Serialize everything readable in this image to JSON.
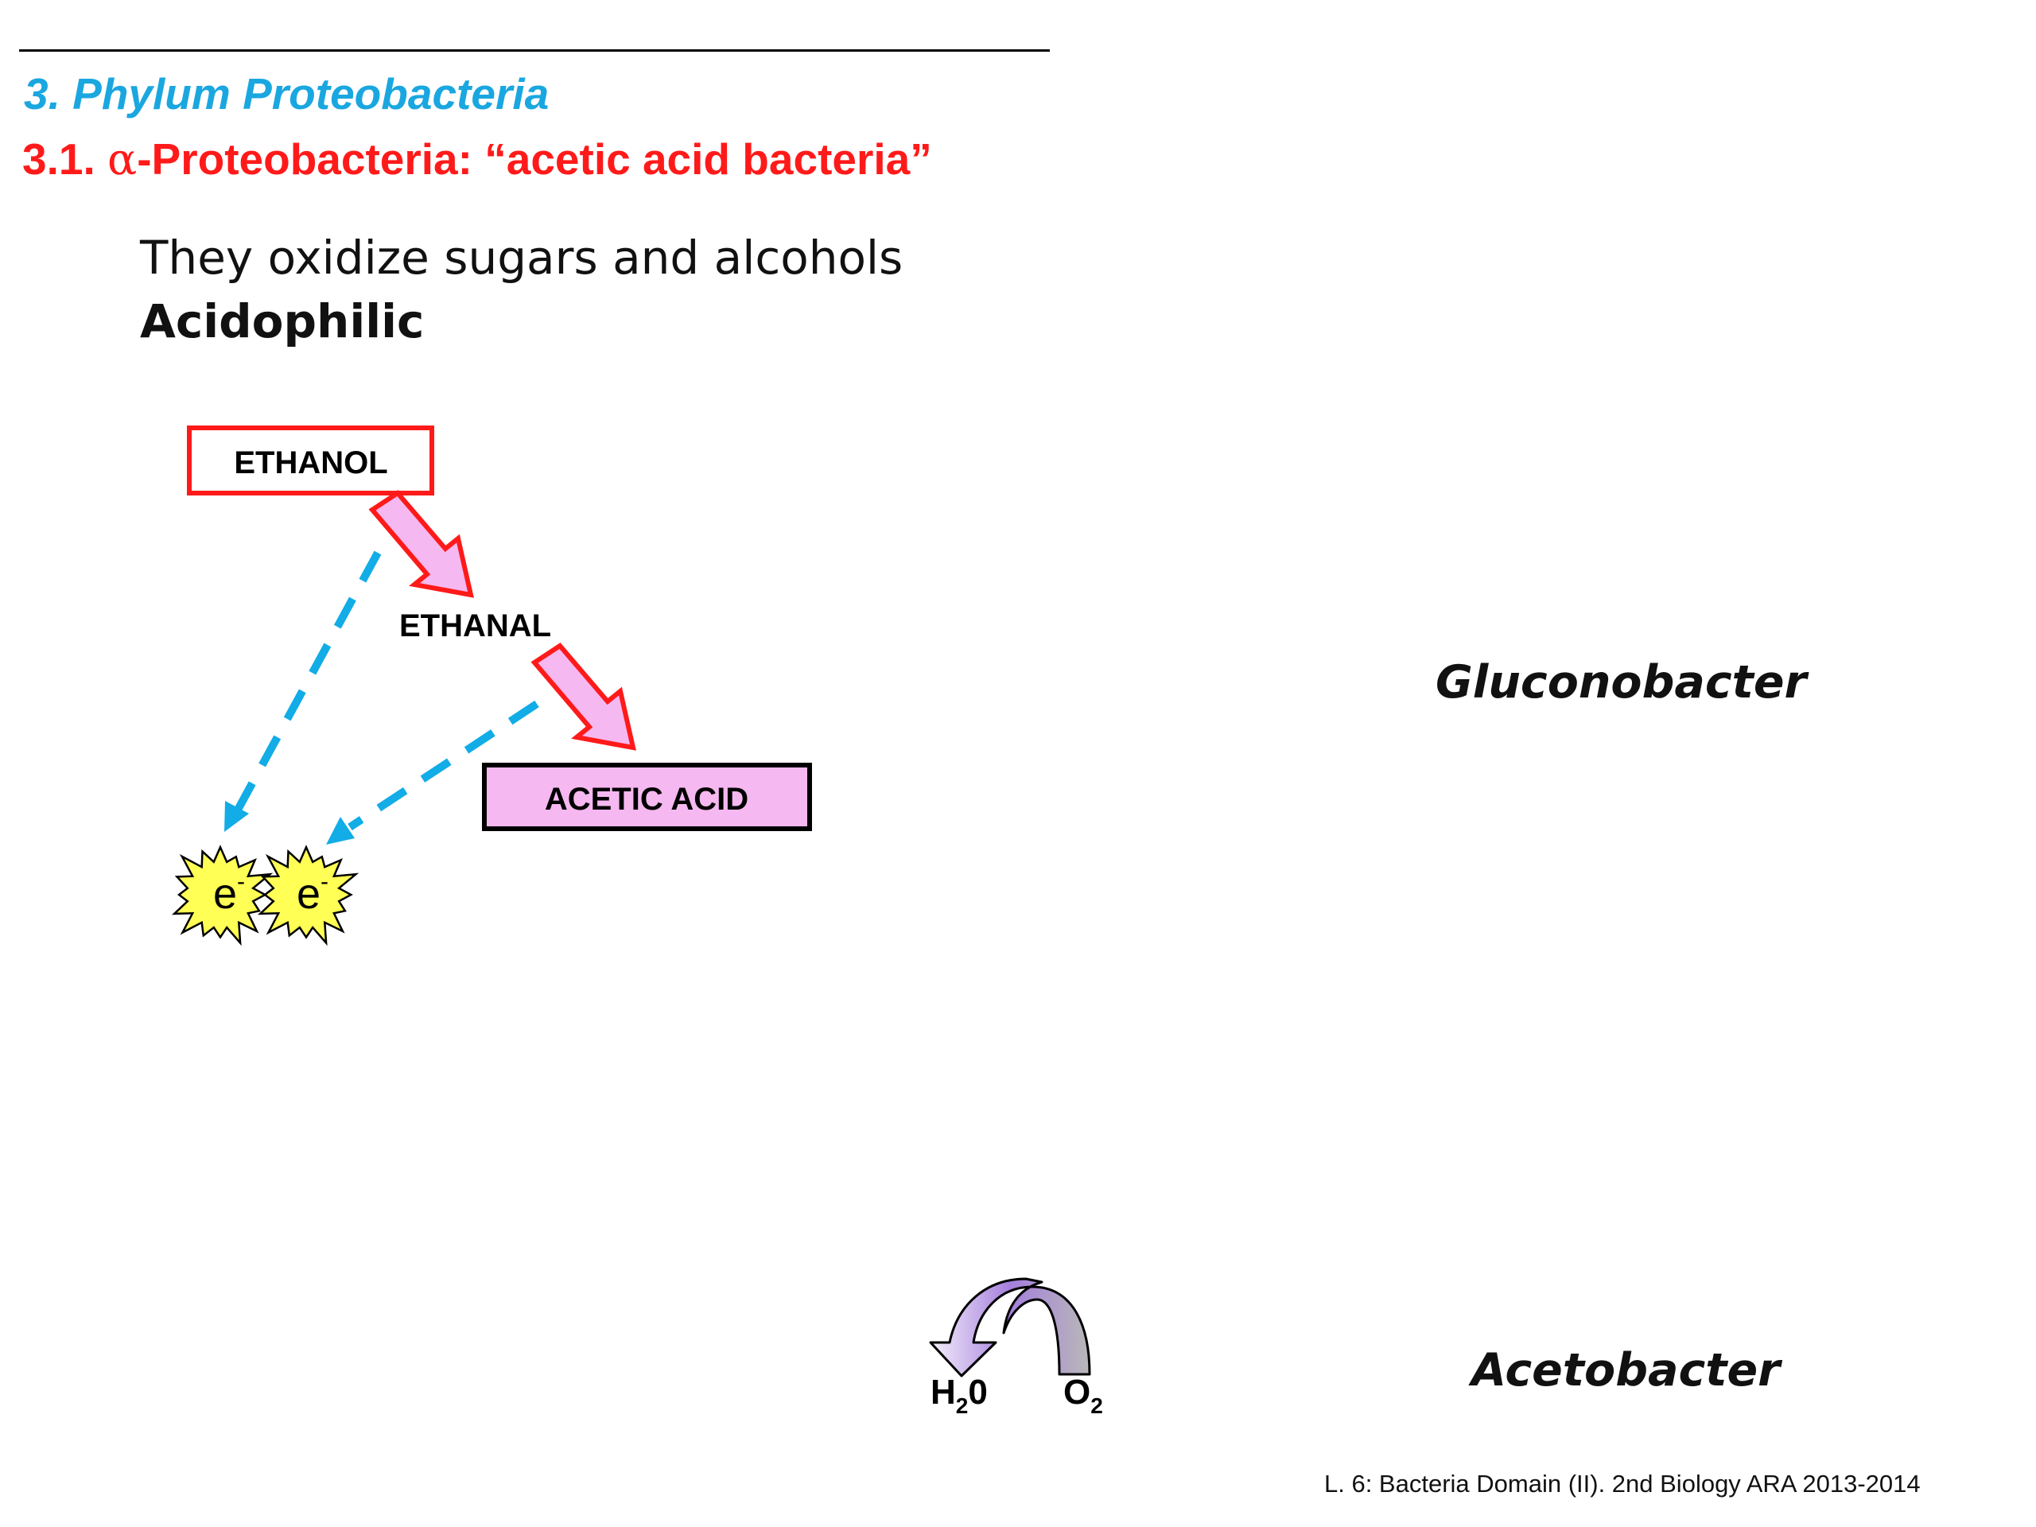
{
  "colors": {
    "section_title": "#1aa7e0",
    "subsection_title": "#ff1a1a",
    "box_border": "#ff1a1a",
    "arrow_fill": "#f5b8f0",
    "arrow_stroke": "#ff1a1a",
    "dashed_arrow": "#12ace6",
    "electron_fill": "#ffff55",
    "cycle_arrow_light": "#d8c6f4",
    "cycle_arrow_dark": "#9e74d8"
  },
  "header": {
    "section_title": "3. Phylum Proteobacteria",
    "subsection_prefix": "3.1. ",
    "subsection_greek": "α",
    "subsection_rest": "-Proteobacteria: “acetic acid bacteria”"
  },
  "body": {
    "line1": "They oxidize sugars and alcohols",
    "line2": "Acidophilic"
  },
  "diagram": {
    "ethanol": "ETHANOL",
    "ethanal": "ETHANAL",
    "acetic_acid": "ACETIC ACID",
    "electron": "e",
    "electron_charge": "-",
    "water_base": "H",
    "water_sub": "2",
    "water_tail": "0",
    "oxygen_base": "O",
    "oxygen_sub": "2"
  },
  "genera": {
    "gluconobacter": "Gluconobacter",
    "acetobacter": "Acetobacter"
  },
  "footer": "L. 6: Bacteria Domain (II). 2nd Biology ARA 2013-2014"
}
